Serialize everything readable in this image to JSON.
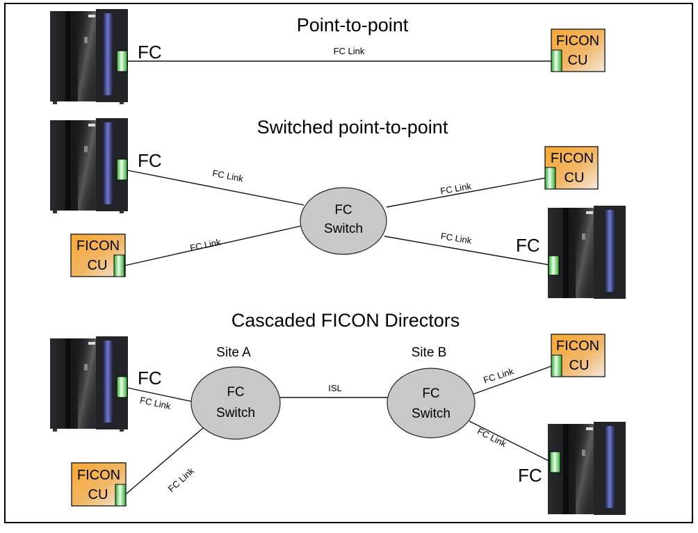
{
  "sections": {
    "point_to_point": {
      "title": "Point-to-point"
    },
    "switched": {
      "title": "Switched point-to-point"
    },
    "cascaded": {
      "title": "Cascaded FICON Directors"
    }
  },
  "labels": {
    "fc": "FC",
    "fc_link": "FC Link",
    "isl": "ISL",
    "switch_line1": "FC",
    "switch_line2": "Switch",
    "cu_line1": "FICON",
    "cu_line2": "CU",
    "site_a": "Site A",
    "site_b": "Site B"
  },
  "colors": {
    "switch_fill": "#c8c8c8",
    "cu_fill": "#f6ad3c",
    "port_green": "#3cc03c",
    "mainframe_body": "#1e1f22",
    "mainframe_blue": "#5a6ab8"
  }
}
